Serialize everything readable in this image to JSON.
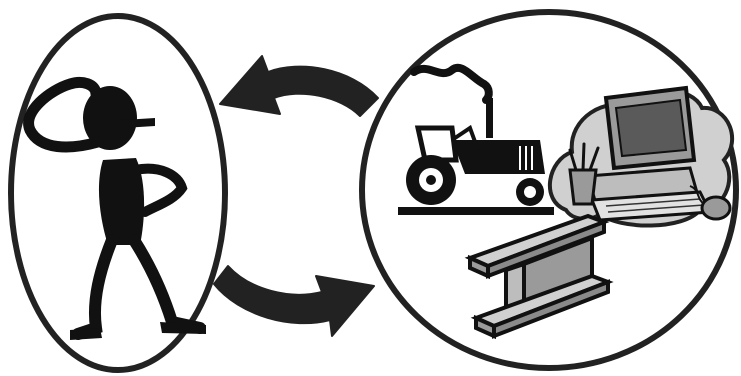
{
  "figure": {
    "left_group": {
      "content": "person-figure",
      "icon": "thinking-person-icon"
    },
    "right_group": {
      "content": "machines",
      "items": [
        {
          "icon": "tractor-icon"
        },
        {
          "icon": "computer-icon"
        },
        {
          "icon": "steel-i-beam-icon"
        }
      ]
    },
    "connectors": [
      {
        "icon": "arrow-left-icon",
        "from": "right_group",
        "to": "left_group"
      },
      {
        "icon": "arrow-right-icon",
        "from": "left_group",
        "to": "right_group"
      }
    ],
    "colors": {
      "ink": "#222222",
      "dark_fill": "#111111",
      "mid_gray": "#9a9a9a",
      "light_gray": "#d0d0d0",
      "background": "#ffffff"
    }
  }
}
